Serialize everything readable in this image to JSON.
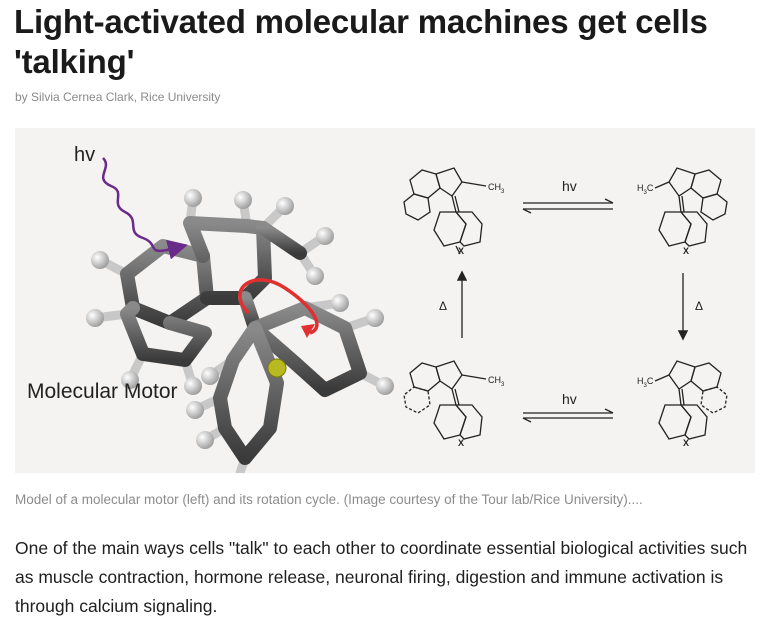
{
  "article": {
    "headline": "Light-activated molecular machines get cells 'talking'",
    "byline": "by Silvia Cernea Clark, Rice University",
    "caption": "Model of a molecular motor (left) and its rotation cycle. (Image courtesy of the Tour lab/Rice University)....",
    "body": "One of the main ways cells \"talk\" to each other to coordinate essential biological activities such as muscle contraction, hormone release, neuronal firing, digestion and immune activation is through calcium signaling."
  },
  "figure": {
    "hv_label": "hv",
    "motor_label": "Molecular Motor",
    "cycle": {
      "hv_top": "hv",
      "hv_bottom": "hv",
      "delta_left": "Δ",
      "delta_right": "Δ",
      "ch3": "CH",
      "ch3_sub": "3",
      "h3c_h": "H",
      "h3c_sub": "3",
      "h3c_c": "C",
      "x_label": "X"
    }
  }
}
